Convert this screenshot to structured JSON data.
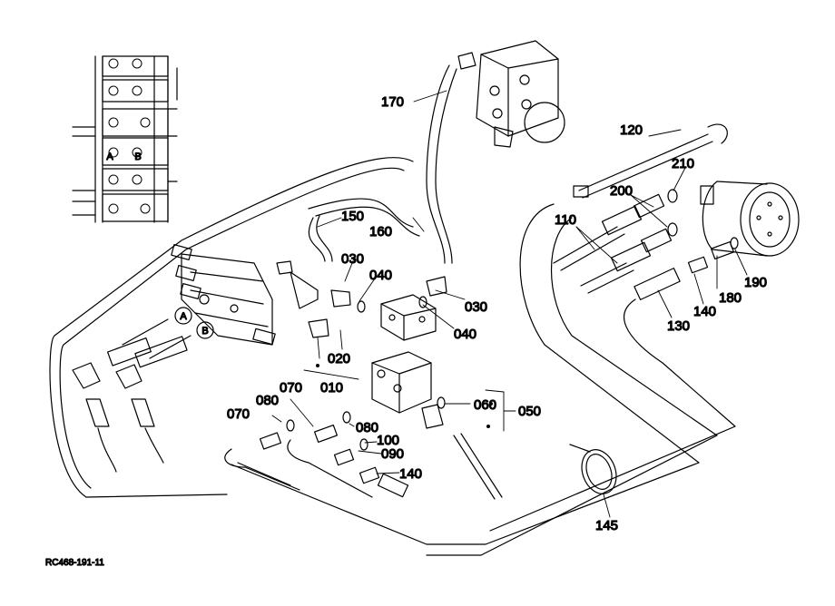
{
  "drawing_code": "RC468-191-11",
  "port_markers": {
    "a": "A",
    "b": "B"
  },
  "callouts": {
    "p010": "010",
    "p020": "020",
    "p030a": "030",
    "p030b": "030",
    "p040a": "040",
    "p040b": "040",
    "p050": "050",
    "p060": "060",
    "p070a": "070",
    "p070b": "070",
    "p080a": "080",
    "p080b": "080",
    "p090": "090",
    "p100": "100",
    "p110": "110",
    "p120": "120",
    "p130": "130",
    "p140a": "140",
    "p140b": "140",
    "p145": "145",
    "p150": "150",
    "p160": "160",
    "p170": "170",
    "p180": "180",
    "p190": "190",
    "p200": "200",
    "p210": "210"
  }
}
